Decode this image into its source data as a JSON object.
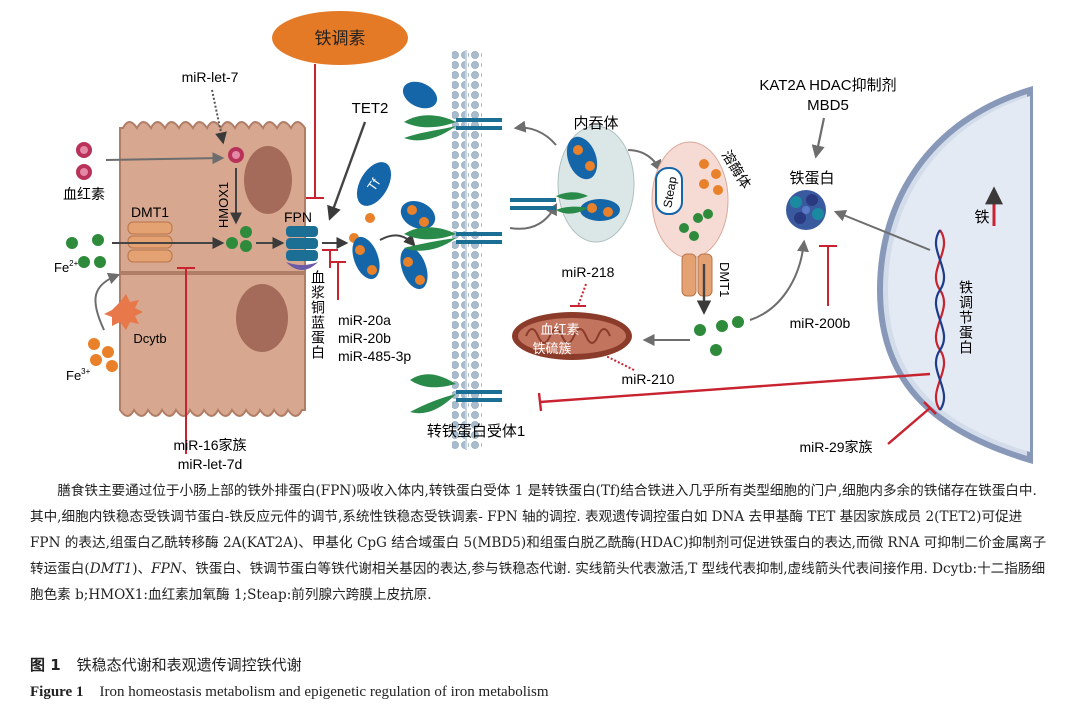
{
  "labels": {
    "hepcidin": "铁调素",
    "mirlet7": "miR-let-7",
    "heme": "血红素",
    "hmox1": "HMOX1",
    "tet2": "TET2",
    "tf": "Tf",
    "fpn": "FPN",
    "dmt1": "DMT1",
    "fe2": "Fe",
    "fe2_sup": "2+",
    "fe3": "Fe",
    "fe3_sup": "3+",
    "dcytb": "Dcytb",
    "ceruloplasmin": "血浆铜蓝蛋白",
    "mir20a": "miR-20a",
    "mir20b": "miR-20b",
    "mir4853p": "miR-485-3p",
    "mir16": "miR-16家族",
    "mirlet7d": "miR-let-7d",
    "endosome": "内吞体",
    "lysosome": "溶酶体",
    "steap": "Steap",
    "dmt1_right": "DMT1",
    "mir218": "miR-218",
    "mito_line1": "血红素",
    "mito_line2": "铁硫簇",
    "mir210": "miR-210",
    "tfr1": "转铁蛋白受体1",
    "kat2a": "KAT2A  HDAC抑制剂",
    "mbd5": "MBD5",
    "ferritin": "铁蛋白",
    "mir200b": "miR-200b",
    "iron": "铁",
    "hemojuvelin": "铁调节蛋白",
    "mir29": "miR-29家族"
  },
  "caption": {
    "p1": "膳食铁主要通过位于小肠上部的铁外排蛋白(FPN)吸收入体内,转铁蛋白受体 1 是转铁蛋白(Tf)结合铁进入几乎所有类型细胞的门户,细胞内多余的铁储存在铁蛋白中. 其中,细胞内铁稳态受铁调节蛋白-铁反应元件的调节,系统性铁稳态受铁调素- FPN 轴的调控. 表观遗传调控蛋白如 DNA 去甲基酶 TET 基因家族成员 2(TET2)可促进 FPN 的表达,组蛋白乙酰转移酶 2A(KAT2A)、甲基化 CpG 结合域蛋白 5(MBD5)和组蛋白脱乙酰酶(HDAC)抑制剂可促进铁蛋白的表达,而微 RNA 可抑制二价金属离子转运蛋白(",
    "dmt1_italic": "DMT1",
    "p2": ")、",
    "fpn_italic": "FPN",
    "p3": "、铁蛋白、铁调节蛋白等铁代谢相关基因的表达,参与铁稳态代谢. 实线箭头代表激活,T 型线代表抑制,虚线箭头代表间接作用. Dcytb:十二指肠细胞色素 b;HMOX1:血红素加氧酶 1;Steap:前列腺六跨膜上皮抗原.",
    "fig_cn_label": "图 1",
    "fig_cn_title": "铁稳态代谢和表观遗传调控铁代谢",
    "fig_en_label": "Figure 1",
    "fig_en_title": "Iron homeostasis metabolism and epigenetic regulation of iron metabolism"
  },
  "colors": {
    "cell": "#d7a78f",
    "cell_dark": "#b07d66",
    "nucleus": "#a46a5a",
    "tf_blue": "#1565a9",
    "iron_orange": "#e8812a",
    "green_ion": "#2e8b3c",
    "leaf_green": "#2a8a4a",
    "fpn_blue": "#1c6f94",
    "inhibit_red": "#c8232f",
    "arrow_gray": "#6d6d6d",
    "hepcidin": "#e57a26",
    "membrane": "#b8c8d6",
    "mito": "#8a3b2a",
    "nucleus_right": "#cfd9e9"
  }
}
